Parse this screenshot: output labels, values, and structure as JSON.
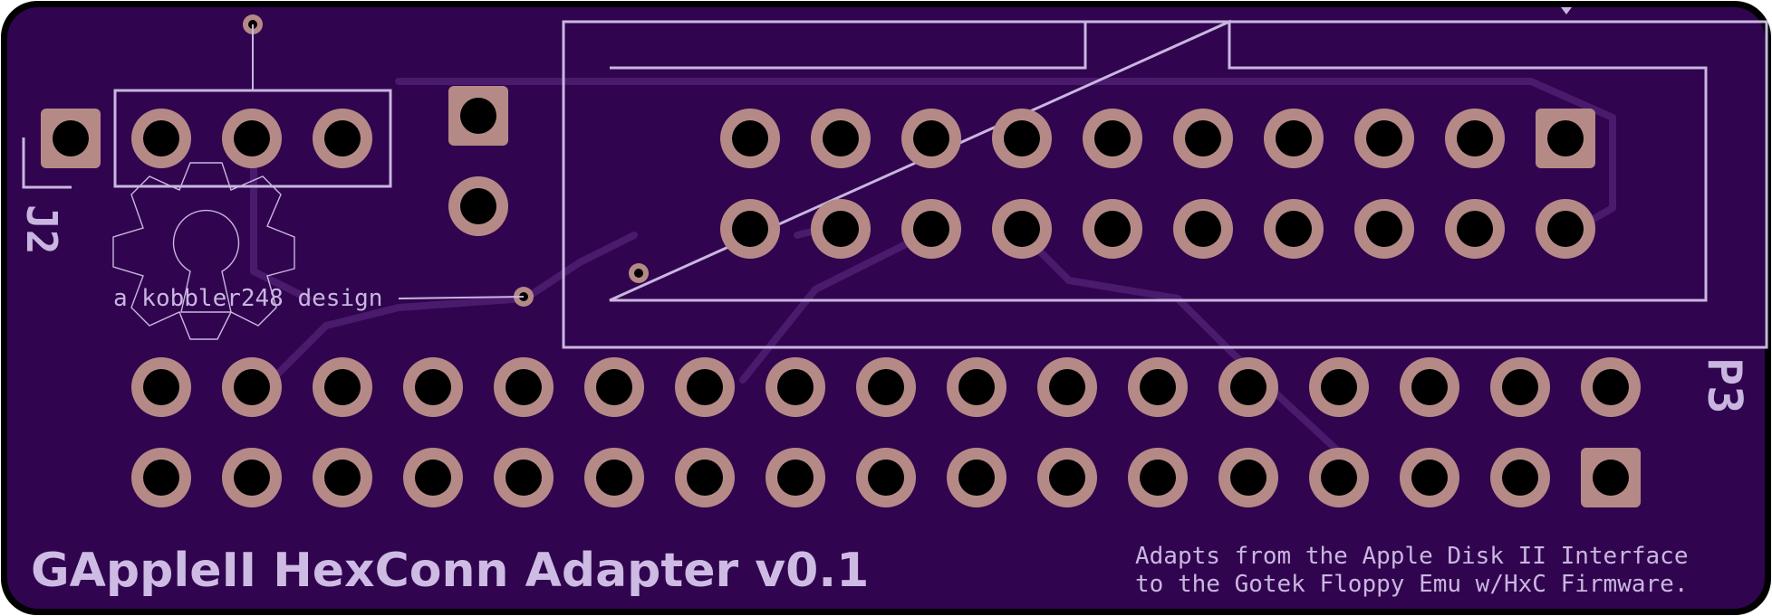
{
  "board": {
    "title": "GAppleII HexConn Adapter v0.1",
    "subtitle_line1": "Adapts from the Apple Disk II Interface",
    "subtitle_line2": "to the Gotek Floppy Emu w/HxC Firmware.",
    "credit": "a kobbler248 design",
    "ref_j2": "J2",
    "ref_p3": "P3"
  },
  "colors": {
    "board": "#30044e",
    "edge": "#000000",
    "silk": "#c9b6e0",
    "copper_trace": "#4a1a6c",
    "pad": "#b58a86",
    "hole": "#000000"
  },
  "counts": {
    "p3_columns": 10,
    "bottom_columns": 17,
    "j2_pins": 4
  }
}
